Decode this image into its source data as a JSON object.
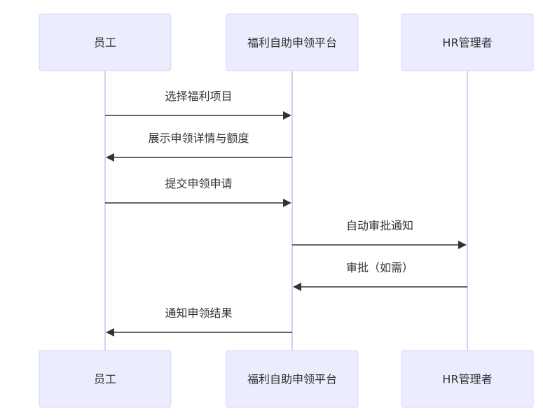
{
  "participants": [
    {
      "id": "employee",
      "label": "员工"
    },
    {
      "id": "platform",
      "label": "福利自助申领平台"
    },
    {
      "id": "hr",
      "label": "HR管理者"
    }
  ],
  "messages": [
    {
      "from": "employee",
      "to": "platform",
      "label": "选择福利项目"
    },
    {
      "from": "platform",
      "to": "employee",
      "label": "展示申领详情与额度"
    },
    {
      "from": "employee",
      "to": "platform",
      "label": "提交申领申请"
    },
    {
      "from": "platform",
      "to": "hr",
      "label": "自动审批通知"
    },
    {
      "from": "hr",
      "to": "platform",
      "label": "审批（如需）"
    },
    {
      "from": "platform",
      "to": "employee",
      "label": "通知申领结果"
    }
  ]
}
